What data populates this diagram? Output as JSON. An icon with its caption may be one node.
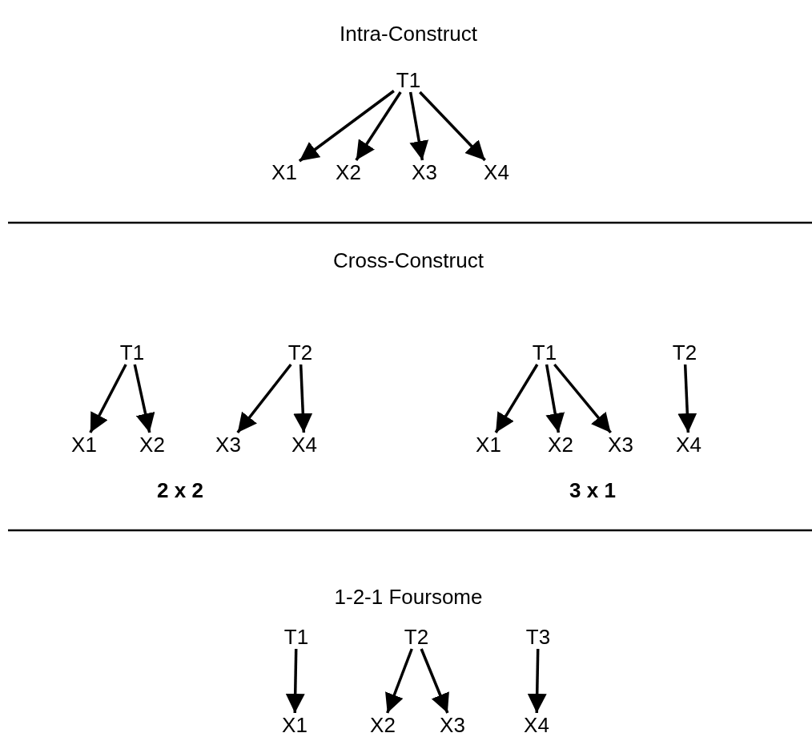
{
  "diagram": {
    "nodes": [
      {
        "text": [
          "T1"
        ]
      },
      {
        "text": [
          "X1"
        ]
      },
      {
        "text": [
          "X2"
        ]
      },
      {
        "text": [
          "X3"
        ]
      },
      {
        "text": [
          "X4"
        ]
      },
      {
        "text": [
          "T1"
        ]
      },
      {
        "text": [
          "T2"
        ]
      },
      {
        "text": [
          "T1"
        ]
      },
      {
        "text": [
          "T2"
        ]
      },
      {
        "text": [
          "X1"
        ]
      },
      {
        "text": [
          "X2"
        ]
      },
      {
        "text": [
          "X3"
        ]
      },
      {
        "text": [
          "X4"
        ]
      },
      {
        "text": [
          "X1"
        ]
      },
      {
        "text": [
          "X2"
        ]
      },
      {
        "text": [
          "X3"
        ]
      },
      {
        "text": [
          "X4"
        ]
      },
      {
        "text": [
          "T1"
        ]
      },
      {
        "text": [
          "T2"
        ]
      },
      {
        "text": [
          "T3"
        ]
      },
      {
        "text": [
          "X1"
        ]
      },
      {
        "text": [
          "X2"
        ]
      },
      {
        "text": [
          "X3"
        ]
      },
      {
        "text": [
          "X4"
        ]
      }
    ],
    "edges": [
      {
        "from": 0,
        "to": 1,
        "arrow": "to"
      },
      {
        "from": 0,
        "to": 2,
        "arrow": "to"
      },
      {
        "from": 0,
        "to": 3,
        "arrow": "to"
      },
      {
        "from": 0,
        "to": 4,
        "arrow": "to"
      },
      {
        "from": 5,
        "to": 9,
        "arrow": "to"
      },
      {
        "from": 5,
        "to": 10,
        "arrow": "to"
      },
      {
        "from": 6,
        "to": 11,
        "arrow": "to"
      },
      {
        "from": 6,
        "to": 12,
        "arrow": "to"
      },
      {
        "from": 7,
        "to": 13,
        "arrow": "to"
      },
      {
        "from": 7,
        "to": 14,
        "arrow": "to"
      },
      {
        "from": 7,
        "to": 15,
        "arrow": "to"
      },
      {
        "from": 8,
        "to": 16,
        "arrow": "to"
      },
      {
        "from": 17,
        "to": 20,
        "arrow": "to"
      },
      {
        "from": 18,
        "to": 21,
        "arrow": "to"
      },
      {
        "from": 18,
        "to": 22,
        "arrow": "to"
      },
      {
        "from": 19,
        "to": 23,
        "arrow": "to"
      }
    ],
    "labels": [
      "Intra-Construct",
      "Cross-Construct",
      "2 x 2",
      "3 x 1",
      "1-2-1 Foursome"
    ]
  }
}
